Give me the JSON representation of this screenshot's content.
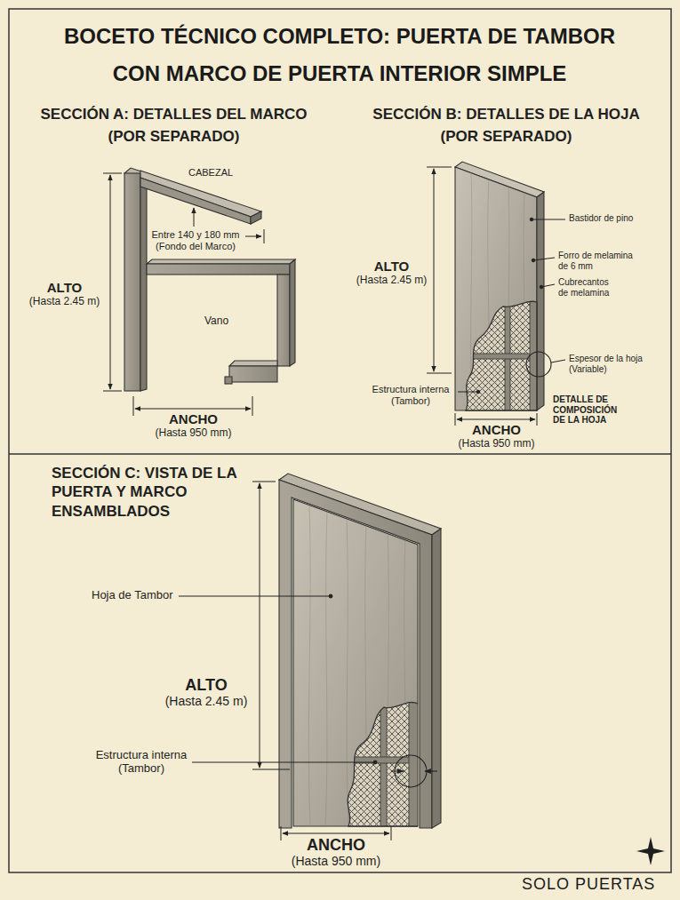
{
  "diagram": {
    "title": "BOCETO TÉCNICO COMPLETO: PUERTA DE TAMBOR CON MARCO DE PUERTA INTERIOR SIMPLE",
    "labels": [
      "SECCIÓN A: DETALLES DEL MARCO (POR SEPARADO)",
      "SECCIÓN B: DETALLES DE LA HOJA (POR SEPARADO)",
      "CABEZAL",
      "Entre 140 y 180 mm (Fondo del Marco)",
      "ALTO (Hasta 2.45 m)",
      "Vano",
      "ANCHO (Hasta 950 mm)",
      "Bastidor de pino",
      "ALTO (Hasta 2.45 m)",
      "Forro de melamina de 6 mm",
      "Cubrecantos de melamina",
      "Espesor de la hoja (Variable)",
      "Estructura interna (Tambor)",
      "DETALLE DE COMPOSICIÓN DE LA HOJA",
      "ANCHO (Hasta 950 mm)",
      "SECCIÓN C: VISTA DE LA PUERTA Y MARCO ENSAMBLADOS",
      "Hoja de Tambor",
      "ALTO (Hasta 2.45 m)",
      "Estructura interna (Tambor)",
      "ANCHO (Hasta 950 mm)",
      "SOLO PUERTAS"
    ]
  }
}
